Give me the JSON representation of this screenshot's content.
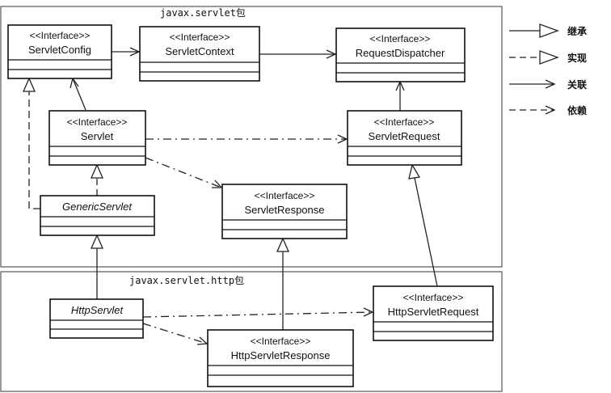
{
  "packages": {
    "servlet": "javax.servlet包",
    "http": "javax.servlet.http包"
  },
  "stereotype": "<<Interface>>",
  "classes": {
    "servlet_config": "ServletConfig",
    "servlet_context": "ServletContext",
    "request_dispatcher": "RequestDispatcher",
    "servlet": "Servlet",
    "servlet_request": "ServletRequest",
    "generic_servlet": "GenericServlet",
    "servlet_response": "ServletResponse",
    "http_servlet": "HttpServlet",
    "http_servlet_request": "HttpServletRequest",
    "http_servlet_response": "HttpServletResponse"
  },
  "legend": {
    "inherit": "继承",
    "realize": "实现",
    "association": "关联",
    "dependency": "依赖"
  }
}
